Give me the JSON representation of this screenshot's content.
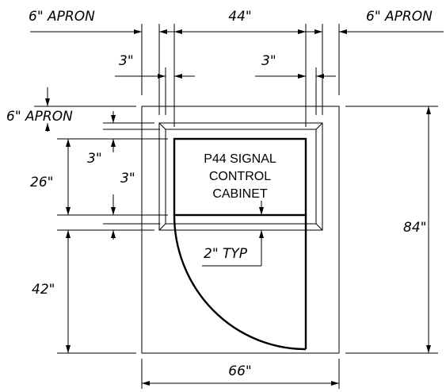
{
  "dimensions": {
    "apron_left": "6\" APRON",
    "apron_right": "6\" APRON",
    "width_44": "44\"",
    "side_3_left": "3\"",
    "side_3_right": "3\"",
    "apron_front": "6\" APRON",
    "depth_3_top": "3\"",
    "depth_26": "26\"",
    "depth_3_bottom": "3\"",
    "clear_42": "42\"",
    "total_84": "84\"",
    "total_66": "66\"",
    "typ_2": "2\" TYP"
  },
  "cabinet": {
    "line1": "P44 SIGNAL",
    "line2": "CONTROL",
    "line3": "CABINET"
  }
}
